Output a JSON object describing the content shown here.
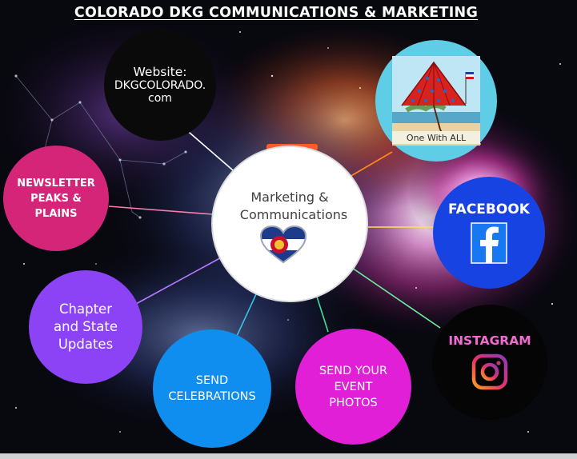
{
  "title": "COLORADO DKG COMMUNICATIONS & MARKETING",
  "center": {
    "line1": "Marketing &",
    "line2": "Communications"
  },
  "website": {
    "line1": "Website:",
    "line2": "DKGCOLORADO.",
    "line3": "com"
  },
  "newsletter": {
    "line1": "NEWSLETTER",
    "line2": "PEAKS  &",
    "line3": "PLAINS"
  },
  "umbrella": {
    "caption": "One With ALL"
  },
  "facebook": {
    "label": "FACEBOOK"
  },
  "instagram": {
    "label": "INSTAGRAM"
  },
  "chapter": {
    "line1": "Chapter",
    "line2": "and State",
    "line3": "Updates"
  },
  "celebrations": {
    "line1": "SEND",
    "line2": "CELEBRATIONS"
  },
  "photos": {
    "line1": "SEND YOUR",
    "line2": "EVENT",
    "line3": "PHOTOS"
  },
  "colors": {
    "website": "#0a0a0a",
    "umbrella_bg": "#5fcde6",
    "newsletter": "#d42579",
    "facebook": "#1843e3",
    "chapter": "#8c43f5",
    "celebrations": "#0f8ef0",
    "photos": "#e01fd7",
    "instagram": "#050505",
    "instagram_text": "#f46ad3"
  }
}
